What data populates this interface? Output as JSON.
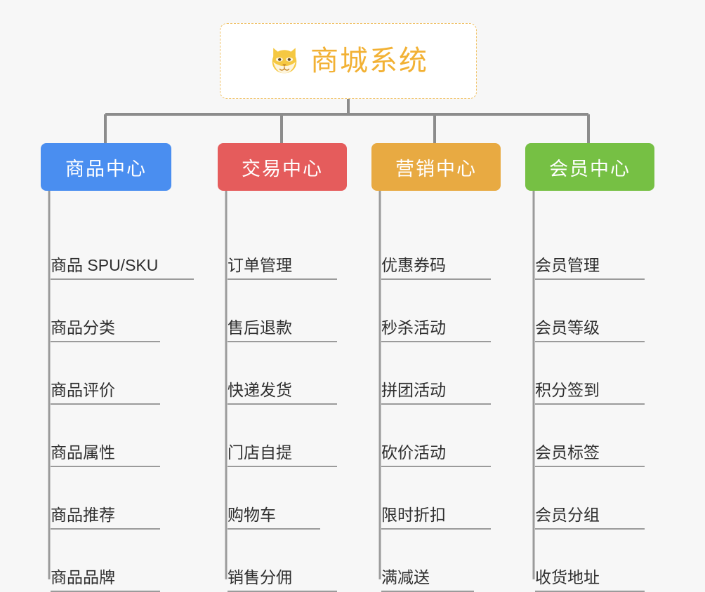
{
  "diagram": {
    "type": "org-chart",
    "background_color": "#f7f7f7",
    "root": {
      "title": "商城系统",
      "icon": "shiba-dog-face-icon",
      "accent_color": "#f2b134",
      "border_style": "dashed",
      "background_color": "#ffffff"
    },
    "branches": [
      {
        "label": "商品中心",
        "color": "#4a8ef0",
        "items": [
          "商品 SPU/SKU",
          "商品分类",
          "商品评价",
          "商品属性",
          "商品推荐",
          "商品品牌"
        ]
      },
      {
        "label": "交易中心",
        "color": "#e55c5c",
        "items": [
          "订单管理",
          "售后退款",
          "快递发货",
          "门店自提",
          "购物车",
          "销售分佣"
        ]
      },
      {
        "label": "营销中心",
        "color": "#e8aa42",
        "items": [
          "优惠券码",
          "秒杀活动",
          "拼团活动",
          "砍价活动",
          "限时折扣",
          "满减送"
        ]
      },
      {
        "label": "会员中心",
        "color": "#76c044",
        "items": [
          "会员管理",
          "会员等级",
          "积分签到",
          "会员标签",
          "会员分组",
          "收货地址"
        ]
      }
    ],
    "connector_color": "#8c8c8c"
  }
}
